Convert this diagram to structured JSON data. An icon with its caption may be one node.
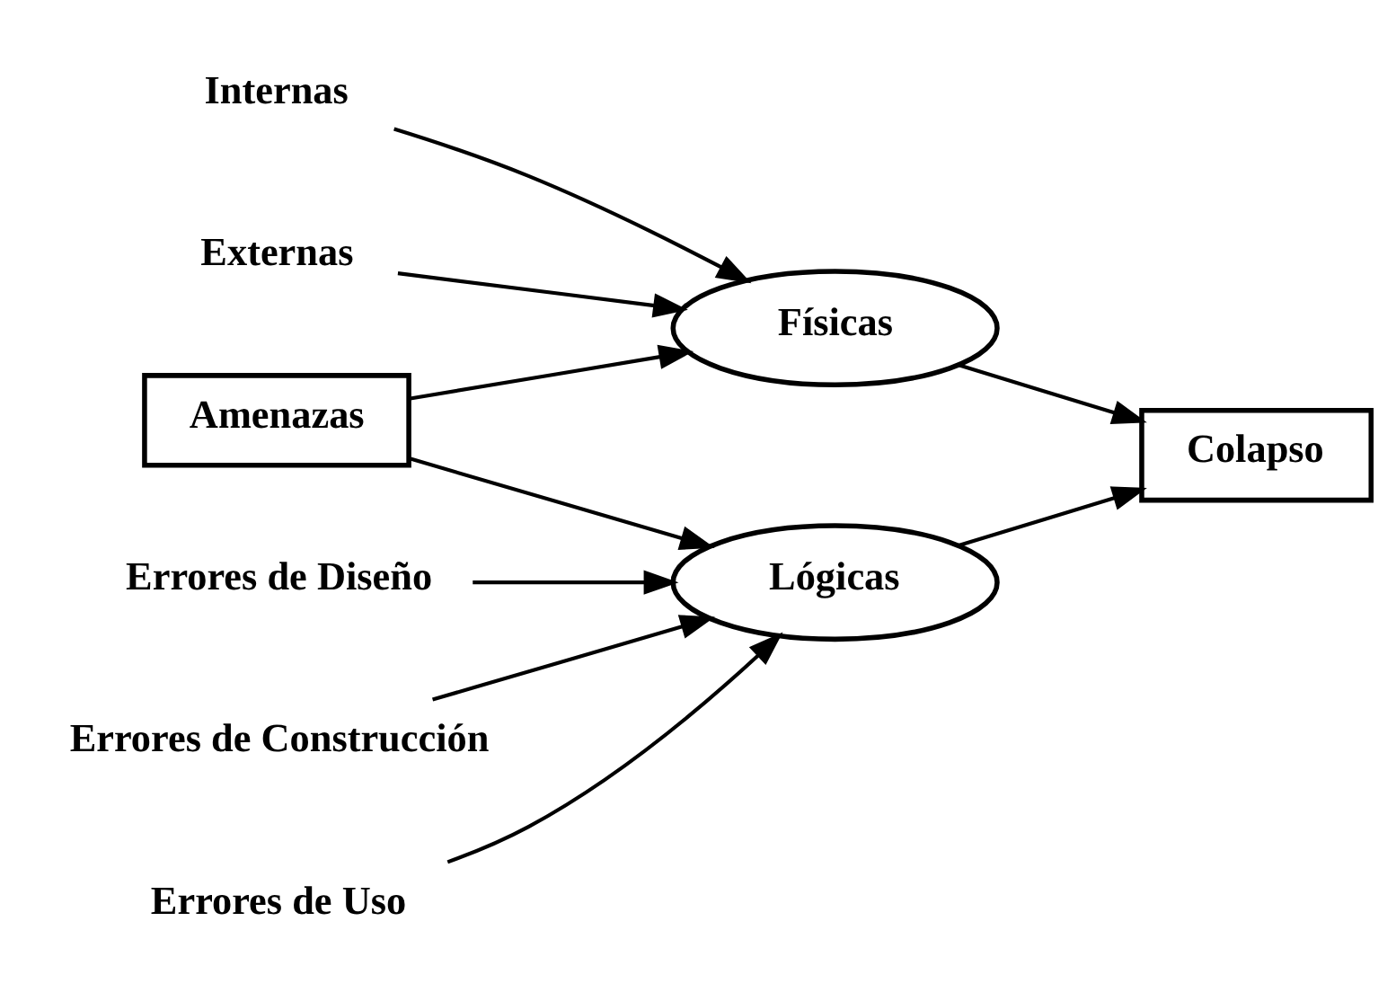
{
  "diagram": {
    "nodes": [
      {
        "text": [
          "Internas"
        ]
      },
      {
        "text": [
          "Externas"
        ]
      },
      {
        "text": [
          "Amenazas"
        ]
      },
      {
        "text": [
          "Físicas"
        ]
      },
      {
        "text": [
          "Lógicas"
        ]
      },
      {
        "text": [
          "Colapso"
        ]
      },
      {
        "text": [
          "Errores de Diseño"
        ]
      },
      {
        "text": [
          "Errores de Construcción"
        ]
      },
      {
        "text": [
          "Errores de Uso"
        ]
      }
    ],
    "edges": [
      {
        "from": 0,
        "to": 3,
        "arrow": "to"
      },
      {
        "from": 1,
        "to": 3,
        "arrow": "to"
      },
      {
        "from": 2,
        "to": 3,
        "arrow": "to"
      },
      {
        "from": 2,
        "to": 4,
        "arrow": "to"
      },
      {
        "from": 3,
        "to": 5,
        "arrow": "to"
      },
      {
        "from": 4,
        "to": 5,
        "arrow": "to"
      },
      {
        "from": 6,
        "to": 4,
        "arrow": "to"
      },
      {
        "from": 7,
        "to": 4,
        "arrow": "to"
      },
      {
        "from": 8,
        "to": 4,
        "arrow": "to"
      }
    ]
  }
}
